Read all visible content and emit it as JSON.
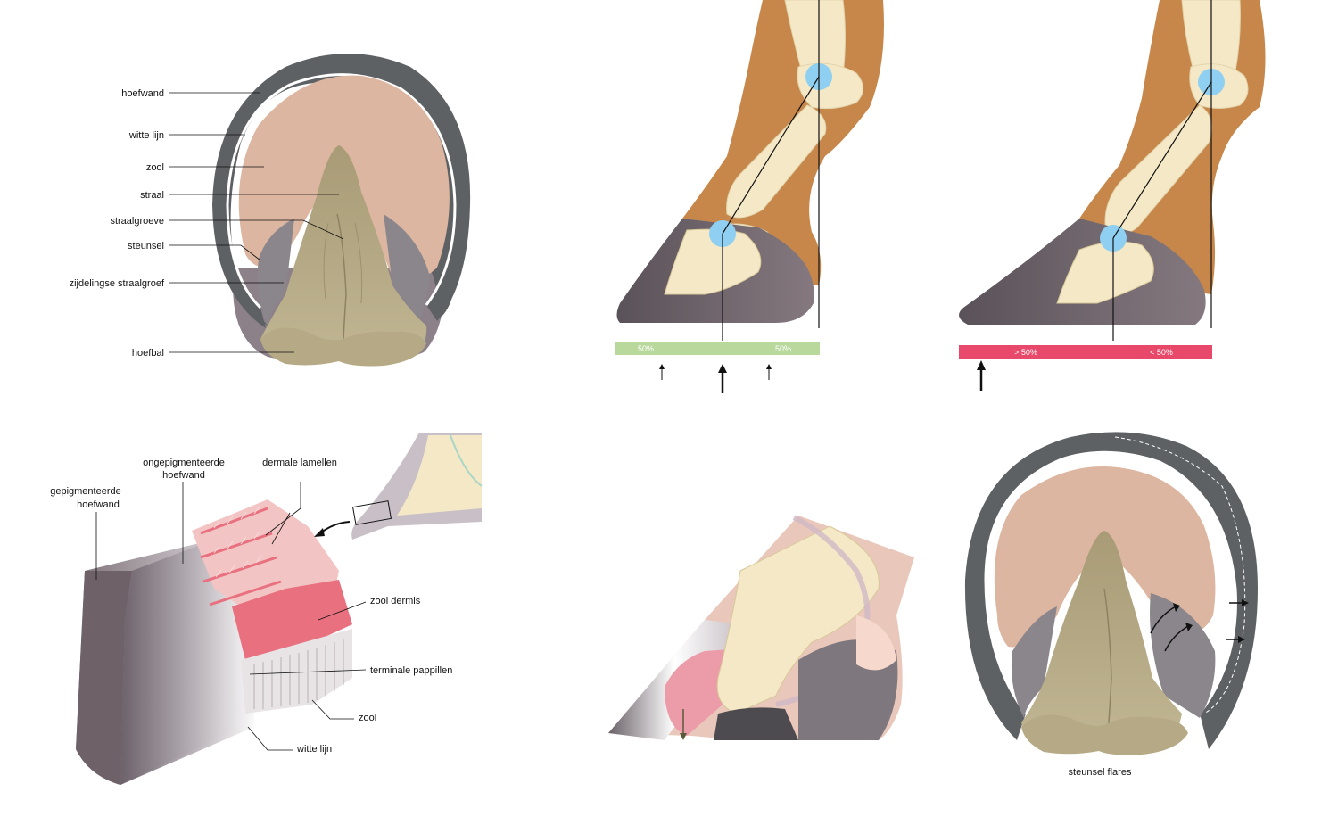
{
  "hoof_bottom_labels": {
    "hoefwand": "hoefwand",
    "witte_lijn": "witte lijn",
    "zool": "zool",
    "straal": "straal",
    "straalgroeve": "straalgroeve",
    "steunsel": "steunsel",
    "zijdelingse_straalgroef": "zijdelingse straalgroef",
    "hoefbal": "hoefbal"
  },
  "balanced_leg": {
    "left_pct": "50%",
    "right_pct": "50%",
    "bar_color": "#b8d89c"
  },
  "unbalanced_leg": {
    "left_pct": "> 50%",
    "right_pct": "< 50%",
    "bar_color": "#e8486a"
  },
  "wall_section_labels": {
    "gepigmenteerde_1": "gepigmenteerde",
    "gepigmenteerde_2": "hoefwand",
    "ongepigmenteerde_1": "ongepigmenteerde",
    "ongepigmenteerde_2": "hoefwand",
    "dermale_lamellen": "dermale lamellen",
    "zool_dermis": "zool dermis",
    "terminale_pappillen": "terminale pappillen",
    "zool": "zool",
    "witte_lijn": "witte lijn"
  },
  "flares": {
    "caption": "steunsel flares"
  },
  "colors": {
    "wall": "#5e6163",
    "sole": "#dcb6a0",
    "frog": "#b1a684",
    "skin": "#c7874a",
    "bone": "#f4e8c6",
    "joint": "#8fd0f2",
    "hoof_side": "#6f6670",
    "lamellae": "#e8707f"
  }
}
